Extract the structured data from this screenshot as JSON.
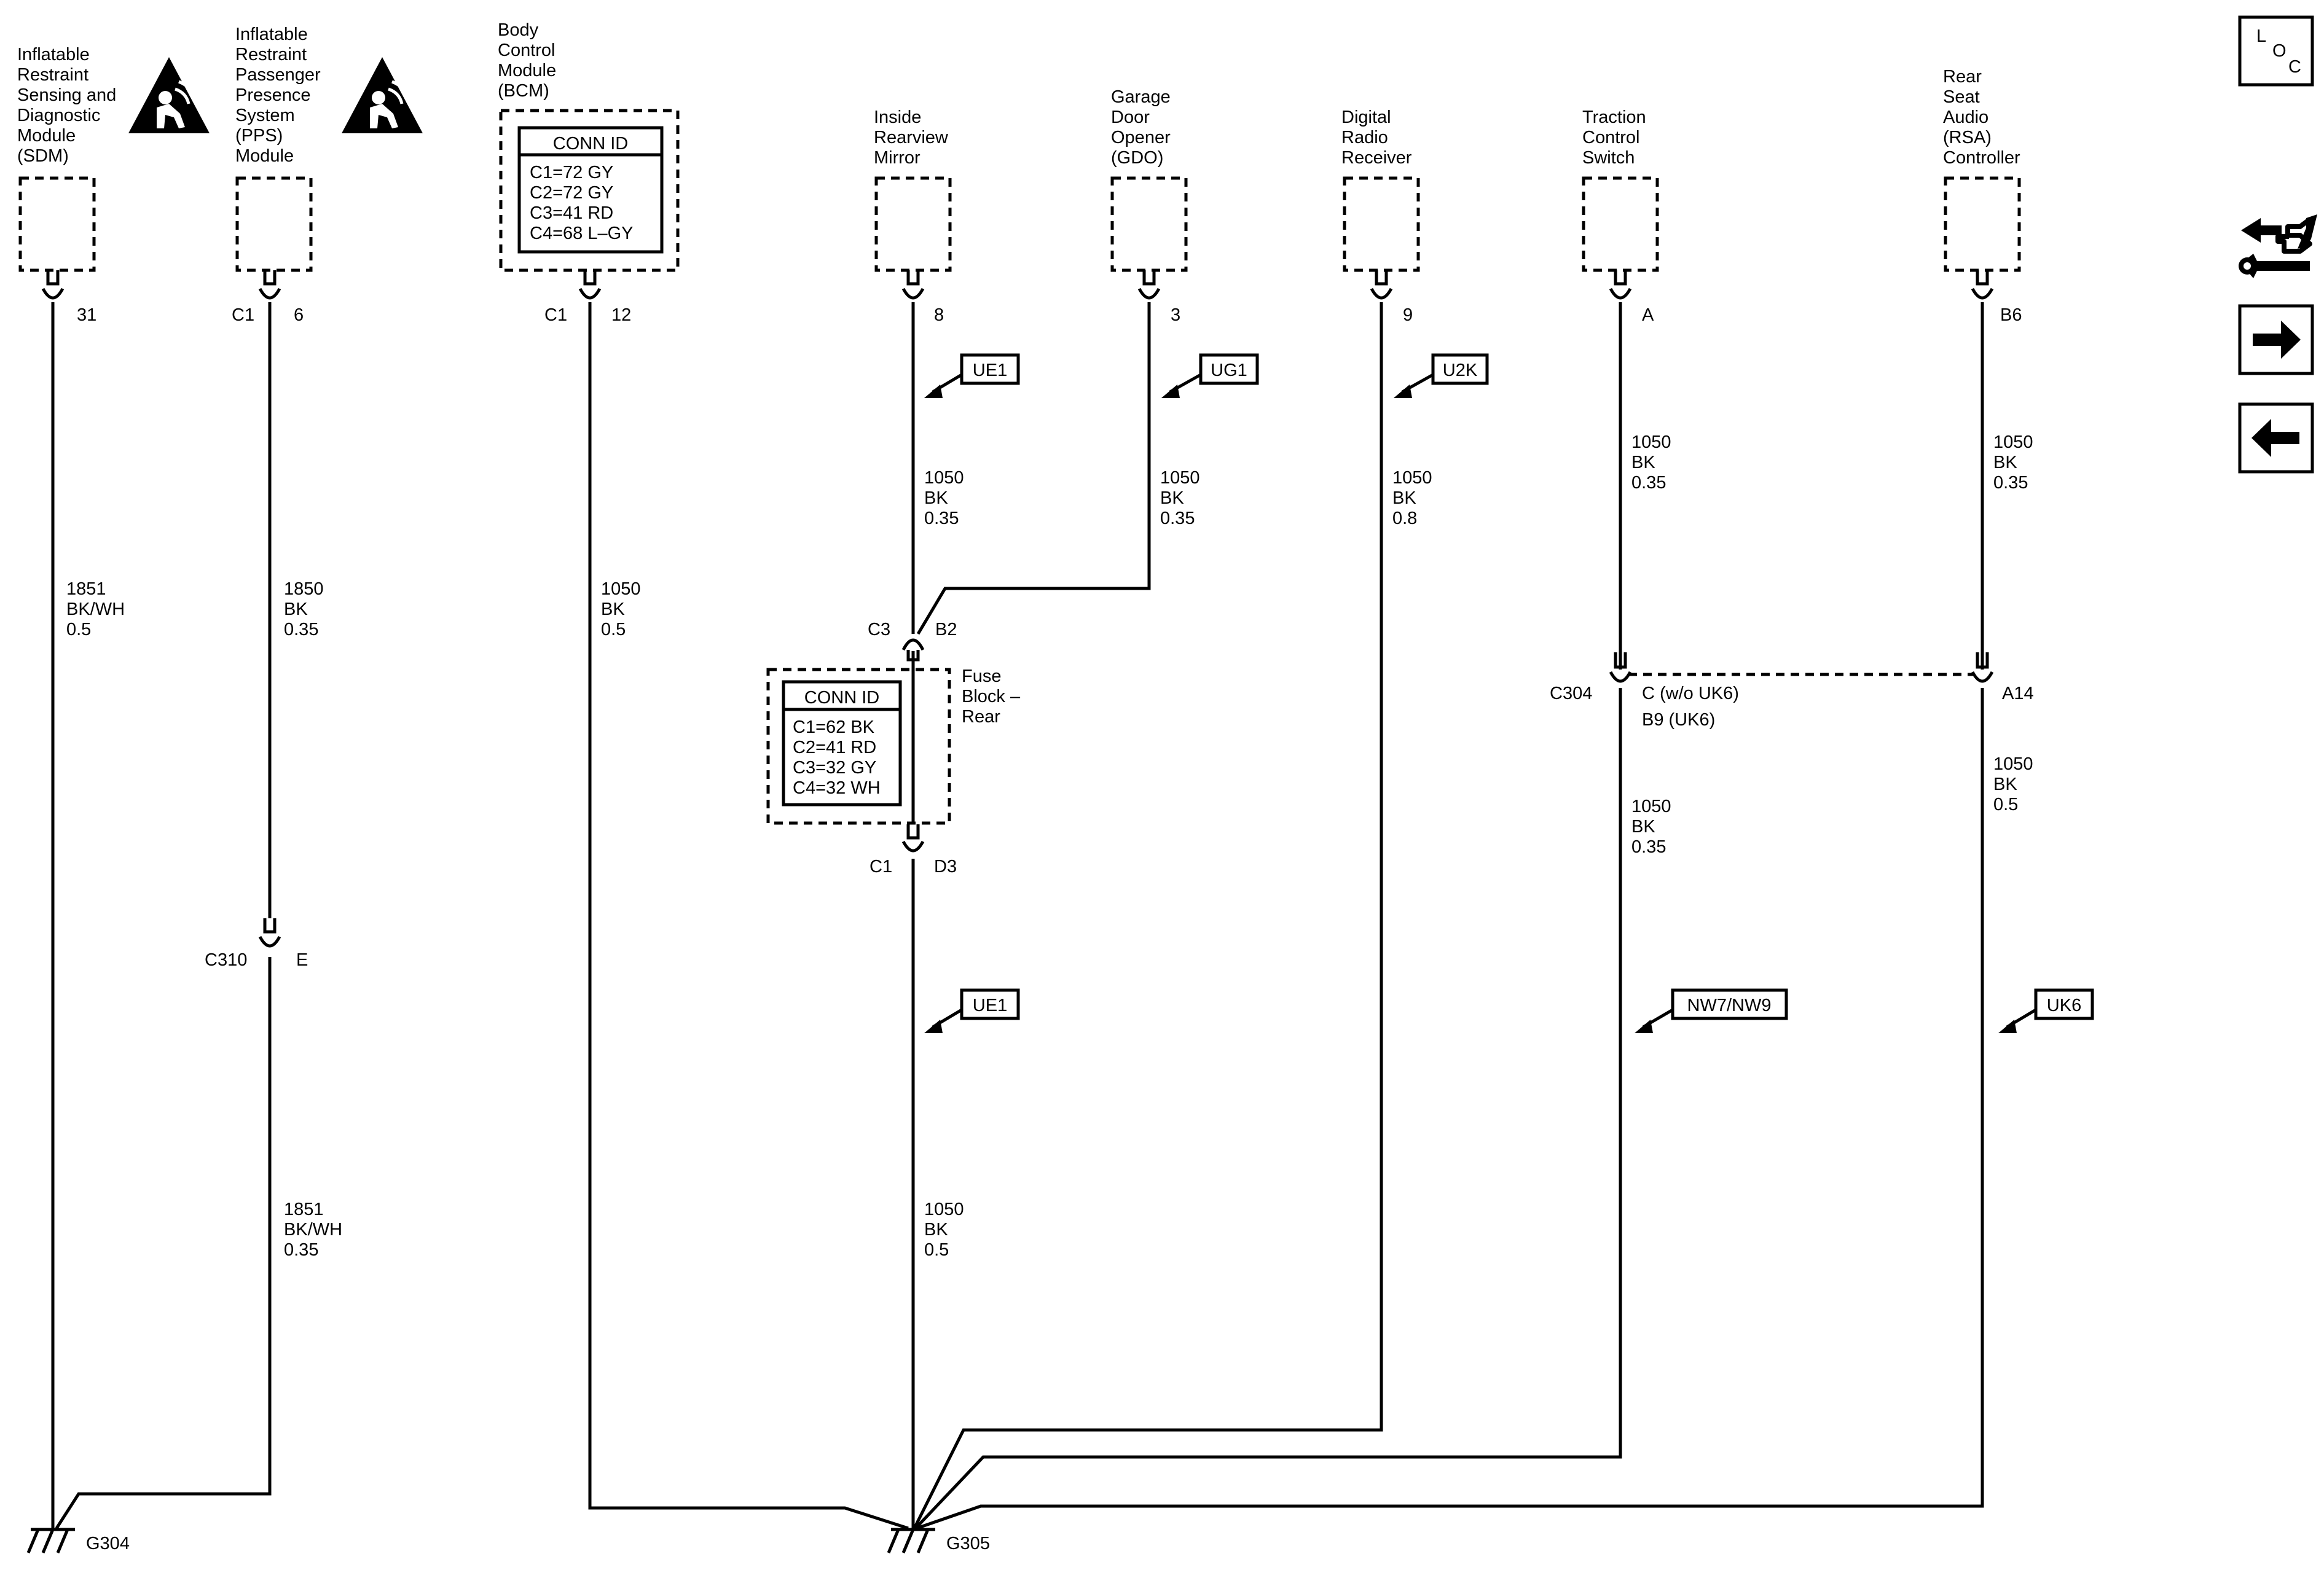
{
  "components": {
    "sdm": {
      "lines": [
        "Inflatable",
        "Restraint",
        "Sensing and",
        "Diagnostic",
        "Module",
        "(SDM)"
      ],
      "pin": "31"
    },
    "pps": {
      "lines": [
        "Inflatable",
        "Restraint",
        "Passenger",
        "Presence",
        "System",
        "(PPS)",
        "Module"
      ],
      "conn": "C1",
      "pin": "6"
    },
    "bcm": {
      "lines": [
        "Body",
        "Control",
        "Module",
        "(BCM)"
      ],
      "conn": "C1",
      "pin": "12",
      "conn_id": {
        "title": "CONN ID",
        "rows": [
          "C1=72 GY",
          "C2=72 GY",
          "C3=41 RD",
          "C4=68 L–GY"
        ]
      }
    },
    "mirror": {
      "lines": [
        "Inside",
        "Rearview",
        "Mirror"
      ],
      "pin": "8"
    },
    "gdo": {
      "lines": [
        "Garage",
        "Door",
        "Opener",
        "(GDO)"
      ],
      "pin": "3"
    },
    "radio": {
      "lines": [
        "Digital",
        "Radio",
        "Receiver"
      ],
      "pin": "9"
    },
    "traction": {
      "lines": [
        "Traction",
        "Control",
        "Switch"
      ],
      "pin": "A"
    },
    "rsa": {
      "lines": [
        "Rear",
        "Seat",
        "Audio",
        "(RSA)",
        "Controller"
      ],
      "pin": "B6"
    },
    "fuse_block": {
      "lines": [
        "Fuse",
        "Block –",
        "Rear"
      ],
      "top_conn": "C3",
      "top_pin": "B2",
      "bottom_conn": "C1",
      "bottom_pin": "D3",
      "conn_id": {
        "title": "CONN ID",
        "rows": [
          "C1=62 BK",
          "C2=41 RD",
          "C3=32 GY",
          "C4=32 WH"
        ]
      }
    }
  },
  "wires": {
    "sdm": [
      "1851",
      "BK/WH",
      "0.5"
    ],
    "pps_upper": [
      "1850",
      "BK",
      "0.35"
    ],
    "pps_lower": [
      "1851",
      "BK/WH",
      "0.35"
    ],
    "bcm": [
      "1050",
      "BK",
      "0.5"
    ],
    "mirror_upper": [
      "1050",
      "BK",
      "0.35"
    ],
    "mirror_lower": [
      "1050",
      "BK",
      "0.5"
    ],
    "gdo": [
      "1050",
      "BK",
      "0.35"
    ],
    "radio": [
      "1050",
      "BK",
      "0.8"
    ],
    "traction_upper": [
      "1050",
      "BK",
      "0.35"
    ],
    "traction_lower": [
      "1050",
      "BK",
      "0.35"
    ],
    "rsa_upper": [
      "1050",
      "BK",
      "0.35"
    ],
    "rsa_lower": [
      "1050",
      "BK",
      "0.5"
    ]
  },
  "connectors": {
    "c310": {
      "name": "C310",
      "pin": "E"
    },
    "c304": {
      "name": "C304",
      "pin_left": "C (w/o UK6)",
      "pin_left_alt": "B9 (UK6)",
      "pin_right": "A14"
    }
  },
  "options": {
    "ue1_top": "UE1",
    "ug1": "UG1",
    "u2k": "U2K",
    "ue1_bottom": "UE1",
    "nw7": "NW7/NW9",
    "uk6": "UK6"
  },
  "grounds": {
    "g304": "G304",
    "g305": "G305"
  },
  "nav": {
    "loc": {
      "l": "L",
      "o": "O",
      "c": "C"
    }
  },
  "icons": [
    "airbag-warning-icon",
    "connector-tool-icon",
    "next-arrow-icon",
    "previous-arrow-icon"
  ]
}
